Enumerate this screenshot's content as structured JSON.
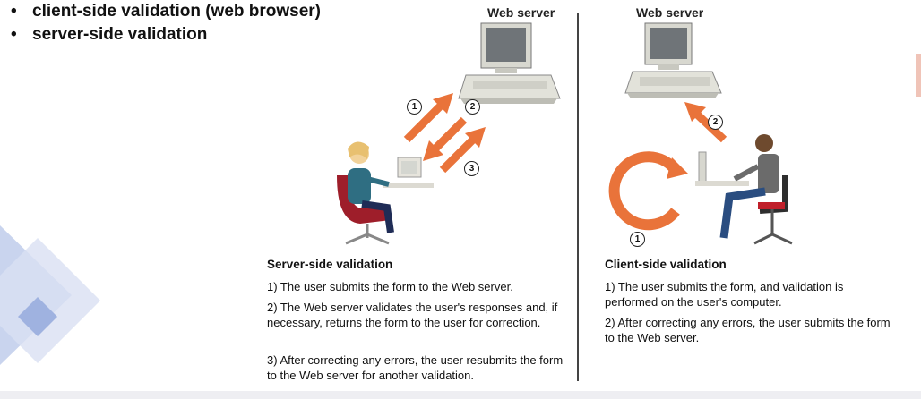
{
  "bullets": [
    "client-side validation (web browser)",
    "server-side validation"
  ],
  "left_panel": {
    "server_label": "Web server",
    "title": "Server-side validation",
    "steps": [
      "1) The user submits the form to the Web server.",
      "2) The Web server validates the user's responses and, if necessary, returns the form to the user for correction.",
      "3) After correcting any errors, the user resubmits the form to the Web server for another validation."
    ],
    "markers": [
      "1",
      "2",
      "3"
    ]
  },
  "right_panel": {
    "server_label": "Web server",
    "title": "Client-side validation",
    "steps": [
      "1) The user submits the form, and validation is performed on the user's computer.",
      "2) After correcting any errors, the user submits the form to the Web server."
    ],
    "markers": [
      "1",
      "2"
    ]
  },
  "colors": {
    "arrow": "#e9733a",
    "deco_blue": "#c9d4ee",
    "deco_blue_dark": "#9fb2e0"
  }
}
